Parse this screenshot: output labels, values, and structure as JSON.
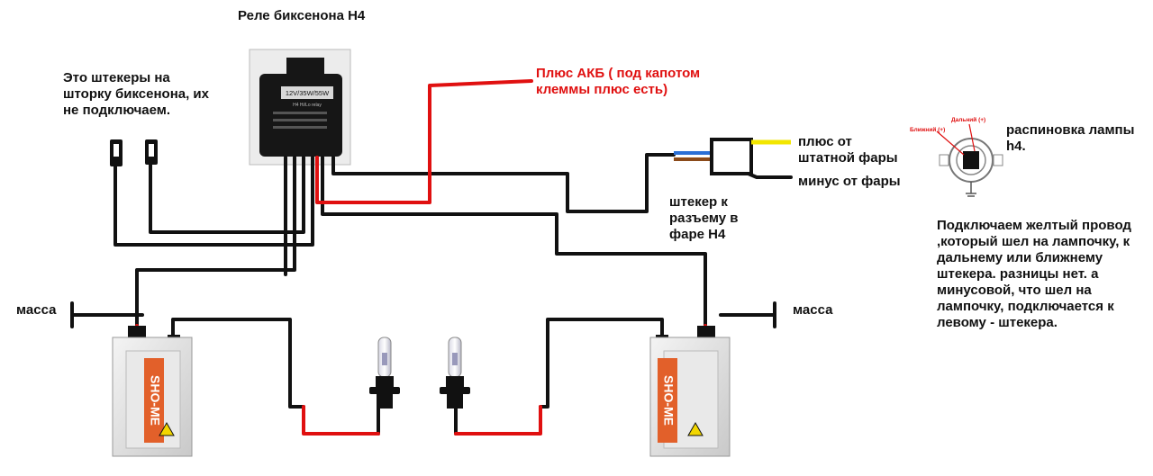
{
  "labels": {
    "relay_title": "Реле биксенона Н4",
    "shutter_note": "Это штекеры на\nшторку биксенона, их\nне подключаем.",
    "battery_plus": "Плюс АКБ ( под капотом\nклеммы плюс есть)",
    "plus_from_headlight": "плюс от\nштатной фары",
    "minus_from_headlight": "минус от фары",
    "plug_to_connector": "штекер к\nразъему в\nфаре Н4",
    "ground_left": "масса",
    "ground_right": "масса",
    "lamp_pinout": "распиновка лампы\nh4.",
    "connection_note": "Подключаем желтый провод\n,который шел на лампочку, к\nдальнему или ближнему\nштекера. разницы нет. а\nминусовой, что шел на\nлампочку, подключается к\nлевому - штекера."
  },
  "relay_label": {
    "line1": "12V/35W/55W",
    "line2": "H4 Hi/Lo relay"
  },
  "ballast": {
    "brand": "SHO-ME"
  },
  "pinout_diagram": {
    "low_beam": "Ближний (+)",
    "high_beam": "Дальний (+)"
  },
  "colors": {
    "wire_black": "#111111",
    "wire_red": "#e01010",
    "wire_yellow": "#f2e600",
    "wire_blue": "#2a6fd6",
    "wire_brown": "#8b4a1a",
    "ballast_label": "#e2602a"
  }
}
